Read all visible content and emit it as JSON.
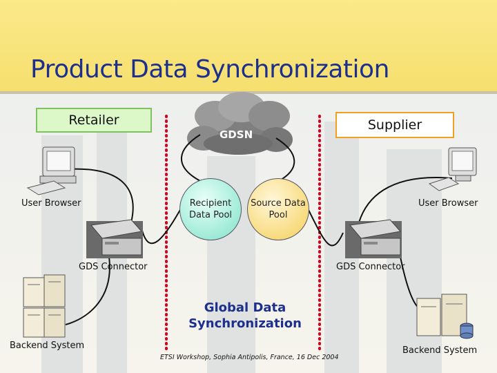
{
  "title": "Product Data Synchronization",
  "retailer": {
    "label": "Retailer",
    "user_browser": "User Browser",
    "gds_connector": "GDS Connector",
    "backend_system": "Backend System"
  },
  "supplier": {
    "label": "Supplier",
    "user_browser": "User Browser",
    "gds_connector": "GDS Connector",
    "backend_system": "Backend System"
  },
  "network": {
    "cloud_label": "GDSN",
    "recipient_pool": "Recipient Data Pool",
    "source_pool": "Source Data Pool",
    "caption": "Global Data Synchronization"
  },
  "footer": "ETSI Workshop, Sophia Antipolis, France, 16 Dec 2004",
  "colors": {
    "title": "#1c2f8c",
    "retailer_box_border": "#7fc05f",
    "supplier_box_border": "#f0a020",
    "divider": "#d8001c"
  },
  "icons": {
    "browser": "desktop-computer-icon",
    "connector": "server-appliance-icon",
    "backend": "tower-servers-icon",
    "network": "cloud-icon"
  }
}
